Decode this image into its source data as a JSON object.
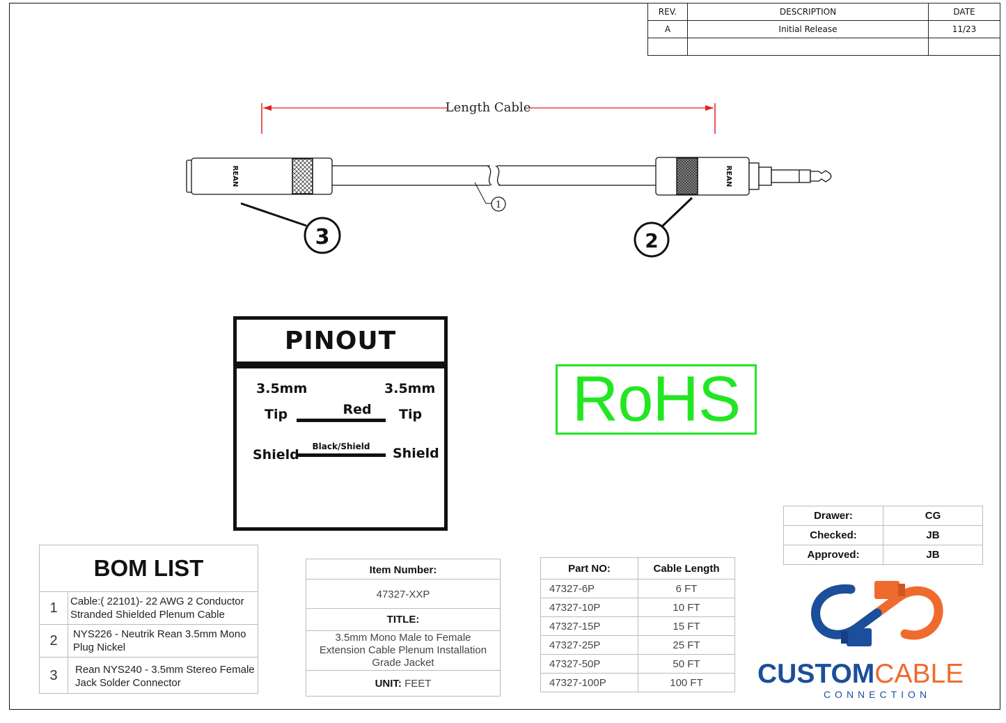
{
  "revision_table": {
    "headers": {
      "rev": "REV.",
      "description": "DESCRIPTION",
      "date": "DATE"
    },
    "rows": [
      {
        "rev": "A",
        "description": "Initial Release",
        "date": "11/23"
      }
    ]
  },
  "drawing": {
    "length_label": "Length Cable",
    "callouts": [
      "1",
      "2",
      "3"
    ],
    "brand_marking": "REAN",
    "dimension_color": "#e02020"
  },
  "pinout": {
    "title": "PINOUT",
    "left_header": "3.5mm",
    "right_header": "3.5mm",
    "rows": [
      {
        "left": "Tip",
        "wire": "Red",
        "right": "Tip"
      },
      {
        "left": "Shield",
        "wire": "Black/Shield",
        "right": "Shield"
      }
    ]
  },
  "rohs": {
    "label": "RoHS",
    "color": "#22e622"
  },
  "bom": {
    "title": "BOM LIST",
    "items": [
      {
        "num": "1",
        "text": "Cable:( 22101)- 22 AWG 2 Conductor Stranded Shielded Plenum Cable"
      },
      {
        "num": "2",
        "text": "NYS226 - Neutrik Rean 3.5mm Mono Plug Nickel"
      },
      {
        "num": "3",
        "text": "Rean NYS240 - 3.5mm Stereo Female Jack Solder Connector"
      }
    ]
  },
  "item_info": {
    "item_number_label": "Item Number:",
    "item_number": "47327-XXP",
    "title_label": "TITLE:",
    "title": "3.5mm Mono Male to Female Extension Cable Plenum Installation Grade Jacket",
    "unit_label": "UNIT:",
    "unit": "FEET"
  },
  "parts": {
    "headers": {
      "part": "Part NO:",
      "length": "Cable Length"
    },
    "rows": [
      {
        "part": "47327-6P",
        "length": "6 FT"
      },
      {
        "part": "47327-10P",
        "length": "10 FT"
      },
      {
        "part": "47327-15P",
        "length": "15 FT"
      },
      {
        "part": "47327-25P",
        "length": "25 FT"
      },
      {
        "part": "47327-50P",
        "length": "50 FT"
      },
      {
        "part": "47327-100P",
        "length": "100 FT"
      }
    ]
  },
  "signoff": [
    {
      "label": "Drawer:",
      "value": "CG"
    },
    {
      "label": "Checked:",
      "value": "JB"
    },
    {
      "label": "Approved:",
      "value": "JB"
    }
  ],
  "logo": {
    "word_a": "CUSTOM",
    "word_b": "CABLE",
    "sub": "CONNECTION",
    "blue": "#1b4e9b",
    "orange": "#ef6b2d"
  }
}
